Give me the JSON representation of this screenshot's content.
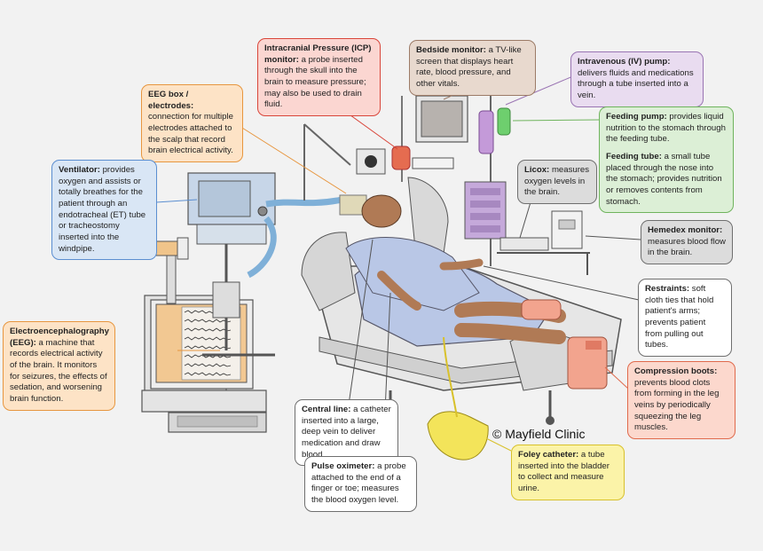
{
  "copyright": "© Mayfield Clinic",
  "callouts": {
    "eeg_box": {
      "title": "EEG box / electrodes:",
      "text": "connection for multiple electrodes attached to the scalp that record brain electrical activity."
    },
    "icp": {
      "title": "Intracranial Pressure (ICP) monitor:",
      "text": "a probe inserted through the skull into the brain to measure pressure; may also be used to drain fluid."
    },
    "bedside_monitor": {
      "title": "Bedside monitor:",
      "text": "a TV-like screen that displays heart rate, blood pressure, and other vitals."
    },
    "iv_pump": {
      "title": "Intravenous (IV) pump:",
      "text": "delivers fluids and medications through a tube inserted into a vein."
    },
    "feeding_pump": {
      "title": "Feeding pump:",
      "text": "provides liquid nutrition to the stomach through the feeding tube."
    },
    "feeding_tube": {
      "title": "Feeding tube:",
      "text": "a small tube placed through the nose into the stomach; provides nutrition or removes contents from stomach."
    },
    "ventilator": {
      "title": "Ventilator:",
      "text": "provides oxygen and assists or totally breathes for the patient through an endotracheal (ET) tube or tracheostomy inserted into the windpipe."
    },
    "licox": {
      "title": "Licox:",
      "text": "measures oxygen levels in the brain."
    },
    "hemedex": {
      "title": "Hemedex monitor:",
      "text": "measures blood flow in the brain."
    },
    "restraints": {
      "title": "Restraints:",
      "text": "soft cloth ties that hold patient's arms; prevents patient from pulling out tubes."
    },
    "eeg": {
      "title": "Electroencephalography (EEG):",
      "text": "a machine that records electrical activity of the brain. It monitors for seizures, the effects of sedation, and worsening brain function."
    },
    "compression": {
      "title": "Compression boots:",
      "text": "prevents blood clots from forming in the leg veins by periodically squeezing the leg muscles."
    },
    "central_line": {
      "title": "Central line:",
      "text": "a catheter inserted into a large, deep vein to deliver medication and draw blood."
    },
    "pulse_ox": {
      "title": "Pulse oximeter:",
      "text": "a probe attached to the end of a finger or toe; measures the blood oxygen level."
    },
    "foley": {
      "title": "Foley catheter:",
      "text": "a tube inserted into the bladder to collect and measure urine."
    }
  },
  "colors": {
    "leader_orange": "#e7963f",
    "leader_red": "#d9453a",
    "leader_tan": "#9c7b67",
    "leader_purple": "#9a74b3",
    "leader_green": "#6fb45d",
    "leader_blue": "#5b8ed0",
    "leader_grey": "#555555",
    "leader_salmon": "#e06a4c",
    "leader_yellow": "#d8c12b"
  }
}
